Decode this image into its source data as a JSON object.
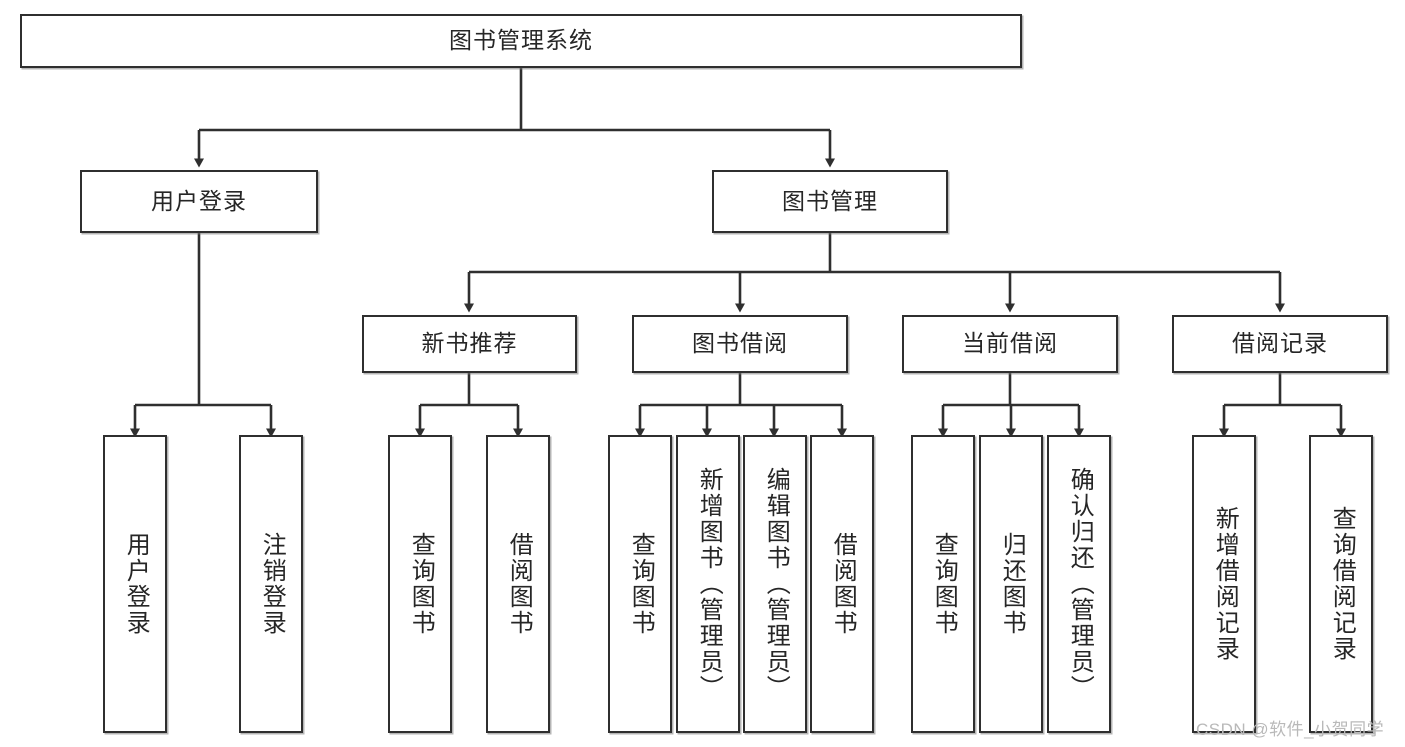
{
  "diagram": {
    "type": "hierarchy-tree",
    "title": "图书管理系统",
    "levels": 4,
    "nodes": {
      "root": {
        "label": "图书管理系统"
      },
      "l1": [
        {
          "id": "user-login",
          "label": "用户登录"
        },
        {
          "id": "book-manage",
          "label": "图书管理"
        }
      ],
      "l2": [
        {
          "id": "new-book-recommend",
          "label": "新书推荐",
          "parent": "book-manage"
        },
        {
          "id": "book-borrow",
          "label": "图书借阅",
          "parent": "book-manage"
        },
        {
          "id": "current-borrow",
          "label": "当前借阅",
          "parent": "book-manage"
        },
        {
          "id": "borrow-record",
          "label": "借阅记录",
          "parent": "book-manage"
        }
      ],
      "leaves": [
        {
          "id": "leaf-user-login",
          "label": "用户登录",
          "parent": "user-login"
        },
        {
          "id": "leaf-logout-login",
          "label": "注销登录",
          "parent": "user-login"
        },
        {
          "id": "leaf-query-book-1",
          "label": "查询图书",
          "parent": "new-book-recommend"
        },
        {
          "id": "leaf-borrow-book-1",
          "label": "借阅图书",
          "parent": "new-book-recommend"
        },
        {
          "id": "leaf-query-book-2",
          "label": "查询图书",
          "parent": "book-borrow"
        },
        {
          "id": "leaf-add-book",
          "label": "新增图书（管理员）",
          "parent": "book-borrow"
        },
        {
          "id": "leaf-edit-book",
          "label": "编辑图书（管理员）",
          "parent": "book-borrow"
        },
        {
          "id": "leaf-borrow-book-2",
          "label": "借阅图书",
          "parent": "book-borrow"
        },
        {
          "id": "leaf-query-book-3",
          "label": "查询图书",
          "parent": "current-borrow"
        },
        {
          "id": "leaf-return-book",
          "label": "归还图书",
          "parent": "current-borrow"
        },
        {
          "id": "leaf-confirm-return",
          "label": "确认归还（管理员）",
          "parent": "current-borrow"
        },
        {
          "id": "leaf-add-record",
          "label": "新增借阅记录",
          "parent": "borrow-record"
        },
        {
          "id": "leaf-query-record",
          "label": "查询借阅记录",
          "parent": "borrow-record"
        }
      ]
    },
    "colors": {
      "stroke": "#2f2f2f",
      "fill": "#ffffff",
      "text": "#262626",
      "watermark": "#b9b9b9"
    }
  },
  "watermark": {
    "text": "CSDN @软件_小贺同学"
  }
}
